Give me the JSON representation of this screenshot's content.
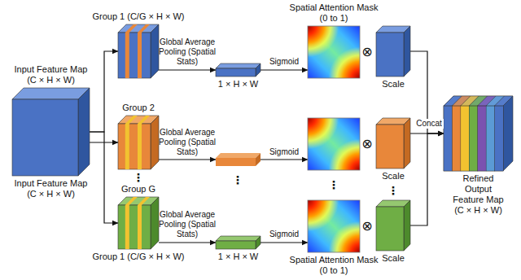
{
  "diagram": {
    "nodes": [
      {
        "text": [
          "Input Feature Map (C × H × W)",
          "Input Feature Map (C × H × W)"
        ]
      },
      {
        "text": [
          "Group 1 (C/G × H × W)"
        ]
      },
      {
        "text": [
          "Group 2"
        ]
      },
      {
        "text": [
          "Group G",
          "Group 1 (C/G × H × W)"
        ]
      },
      {
        "text": [
          "1 × H × W"
        ]
      },
      {
        "text": [
          "1 × H × W"
        ]
      },
      {
        "text": [
          "Spatial Attention Mask (0 to 1)"
        ]
      },
      {
        "text": [
          "Spatial Attention Mask (0 to 1)"
        ]
      },
      {
        "text": [
          "Scale"
        ]
      },
      {
        "text": [
          "Scale"
        ]
      },
      {
        "text": [
          "Scale"
        ]
      },
      {
        "text": [
          "Refined Output Feature Map (C × H × W)"
        ]
      }
    ],
    "edges": [
      {
        "from": 0,
        "to": 1,
        "arrow": "to"
      },
      {
        "from": 0,
        "to": 2,
        "arrow": "to"
      },
      {
        "from": 0,
        "to": 3,
        "arrow": "to"
      },
      {
        "from": 1,
        "to": 4,
        "label": "Global Average Pooling (Spatial Stats)",
        "arrow": "to"
      },
      {
        "from": 3,
        "to": 5,
        "label": "Global Average Pooling (Spatial Stats)",
        "arrow": "to"
      },
      {
        "from": 4,
        "to": 6,
        "label": "Sigmoid",
        "arrow": "to"
      },
      {
        "from": 5,
        "to": 7,
        "label": "Sigmoid",
        "arrow": "to"
      },
      {
        "from": 8,
        "to": 11,
        "arrow": "to"
      },
      {
        "from": 9,
        "to": 11,
        "arrow": "to"
      },
      {
        "from": 10,
        "to": 11,
        "arrow": "to"
      }
    ],
    "labels": [
      "Global Average Pooling (Spatial Stats)",
      "Sigmoid",
      "⊗",
      "⊗",
      "⊗",
      "⋮",
      "⋮",
      "⋮",
      "⋮",
      "Concat"
    ]
  }
}
